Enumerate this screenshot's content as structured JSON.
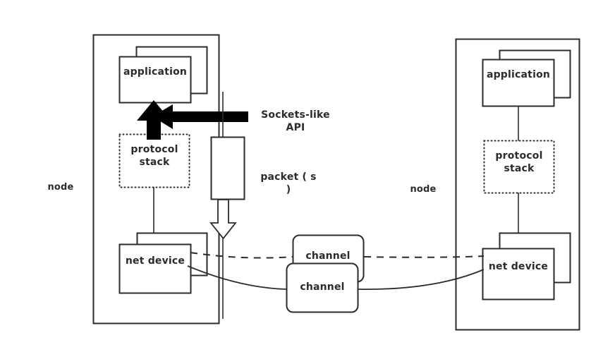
{
  "diagram": {
    "title": "ns-3 node / channel architecture diagram",
    "stroke_color": "#2b2b2b",
    "fill_color": "#ffffff",
    "text_color": "#2b2b2b"
  },
  "left_node": {
    "node_label": "node",
    "application_label": "application",
    "protocol_stack_label": "protocol stack",
    "net_device_label": "net device"
  },
  "right_node": {
    "node_label": "node",
    "application_label": "application",
    "protocol_stack_label": "protocol stack",
    "net_device_label": "net device"
  },
  "annotations": {
    "sockets_api_label": "Sockets-like API",
    "packet_label": "packet ( s )"
  },
  "channels": {
    "back_label": "channel",
    "front_label": "channel"
  }
}
